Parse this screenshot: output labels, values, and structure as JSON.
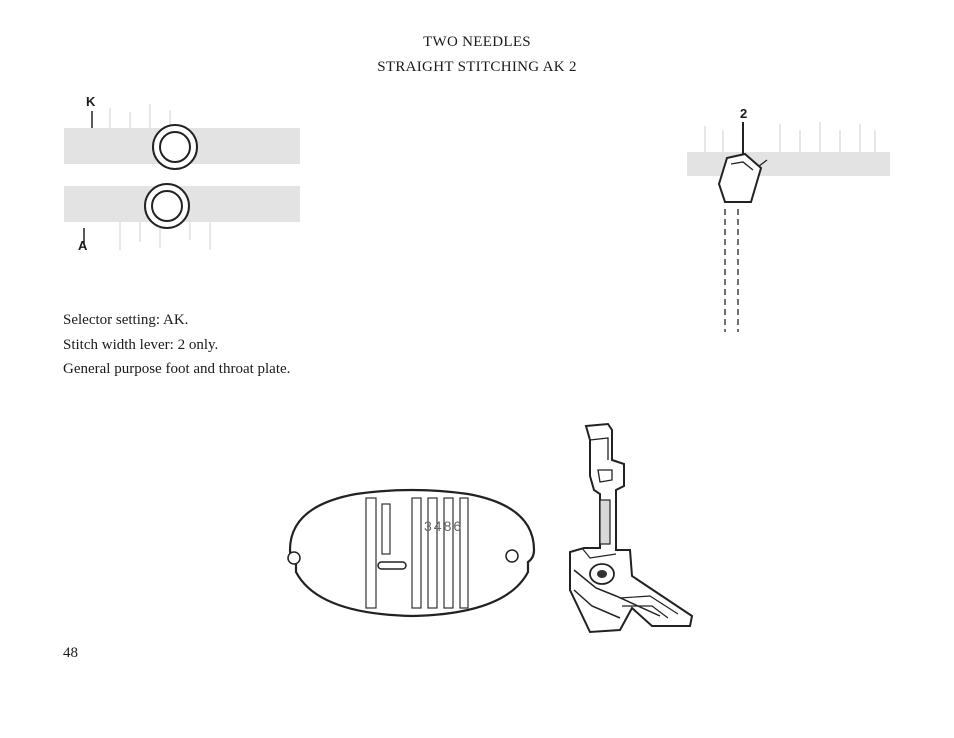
{
  "header": {
    "title": "TWO NEEDLES",
    "subtitle": "STRAIGHT STITCHING AK 2"
  },
  "selector_figure": {
    "label_top": "K",
    "label_bottom": "A"
  },
  "width_figure": {
    "label": "2"
  },
  "instructions": {
    "line1": "Selector setting: AK.",
    "line2": "Stitch width lever: 2 only.",
    "line3": "General purpose foot and throat plate."
  },
  "throat_plate": {
    "number": "3486"
  },
  "footer": {
    "page_number": "48"
  }
}
